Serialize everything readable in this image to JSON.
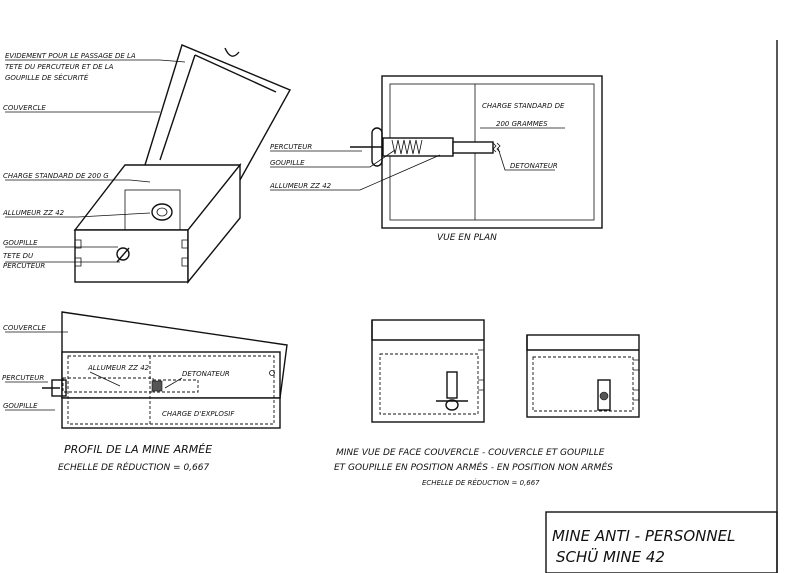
{
  "iso_view": {
    "labels": {
      "evidement_1": "EVIDEMENT POUR LE PASSAGE DE LA",
      "evidement_2": "TETE DU PERCUTEUR ET DE LA",
      "evidement_3": "GOUPILLE DE SÉCURITÉ",
      "couvercle": "COUVERCLE",
      "charge": "CHARGE STANDARD DE 200 G",
      "allumeur": "ALLUMEUR ZZ 42",
      "goupille": "GOUPILLE",
      "tete_1": "TETE DU",
      "tete_2": "PERCUTEUR"
    }
  },
  "plan_view": {
    "labels": {
      "charge_1": "CHARGE STANDARD DE",
      "charge_2": "200 GRAMMES",
      "percuteur": "PERCUTEUR",
      "goupille": "GOUPILLE",
      "allumeur": "ALLUMEUR ZZ 42",
      "detonateur": "DETONATEUR"
    },
    "caption": "VUE EN PLAN"
  },
  "profile_view": {
    "labels": {
      "couvercle": "COUVERCLE",
      "percuteur": "PERCUTEUR",
      "goupille": "GOUPILLE",
      "allumeur": "ALLUMEUR ZZ 42",
      "detonateur": "DETONATEUR",
      "charge": "CHARGE D'EXPLOSIF"
    },
    "caption": "PROFIL DE LA MINE ARMÉE",
    "scale": "ECHELLE DE RÉDUCTION = 0,667"
  },
  "front_views": {
    "caption_line1": "MINE VUE DE FACE COUVERCLE  -  COUVERCLE ET GOUPILLE",
    "caption_line2": "ET GOUPILLE EN POSITION ARMÉS - EN POSITION NON ARMÉS",
    "scale": "ECHELLE DE RÉDUCTION = 0,667"
  },
  "title_block": {
    "line1": "MINE ANTI - PERSONNEL",
    "line2": "SCHÜ  MINE  42"
  }
}
